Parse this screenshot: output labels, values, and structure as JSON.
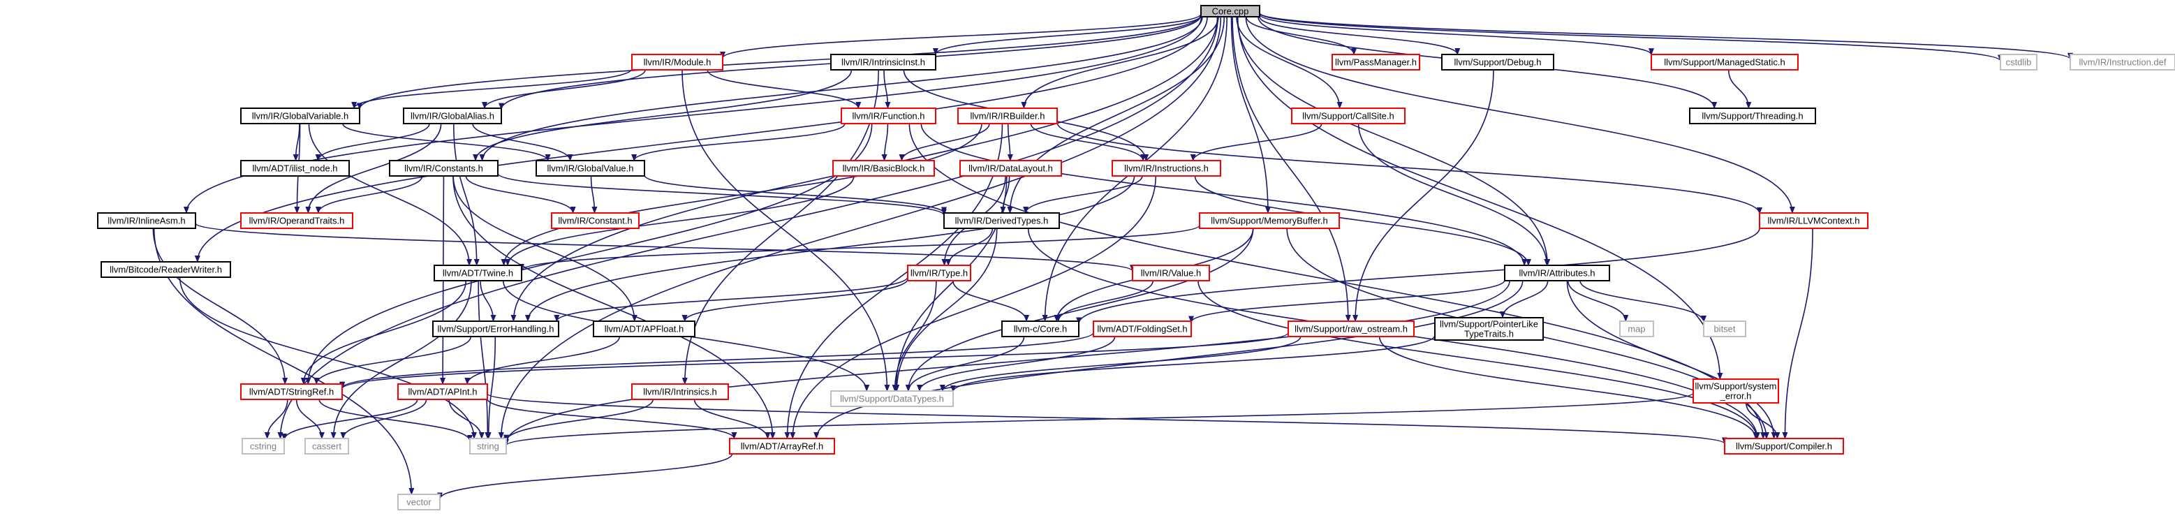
{
  "colors": {
    "edge": "#191970",
    "black_border": "#000000",
    "red_border": "#ff0000",
    "gray_border": "#bfbfbf",
    "root_fill": "#bfbfbf",
    "gray_text": "#7f7f7f"
  },
  "nodes": [
    {
      "id": "core",
      "label": "Core.cpp",
      "style": "root"
    },
    {
      "id": "module",
      "label": "llvm/IR/Module.h",
      "style": "red"
    },
    {
      "id": "intrinsicinst",
      "label": "llvm/IR/IntrinsicInst.h",
      "style": "black"
    },
    {
      "id": "passmanager",
      "label": "llvm/PassManager.h",
      "style": "red"
    },
    {
      "id": "debug",
      "label": "llvm/Support/Debug.h",
      "style": "black"
    },
    {
      "id": "managedstatic",
      "label": "llvm/Support/ManagedStatic.h",
      "style": "red"
    },
    {
      "id": "cstdlib",
      "label": "cstdlib",
      "style": "gray"
    },
    {
      "id": "instructiondef",
      "label": "llvm/IR/Instruction.def",
      "style": "gray"
    },
    {
      "id": "globalvariable",
      "label": "llvm/IR/GlobalVariable.h",
      "style": "black"
    },
    {
      "id": "globalalias",
      "label": "llvm/IR/GlobalAlias.h",
      "style": "black"
    },
    {
      "id": "function",
      "label": "llvm/IR/Function.h",
      "style": "red"
    },
    {
      "id": "irbuilder",
      "label": "llvm/IR/IRBuilder.h",
      "style": "red"
    },
    {
      "id": "callsite",
      "label": "llvm/Support/CallSite.h",
      "style": "red"
    },
    {
      "id": "threading",
      "label": "llvm/Support/Threading.h",
      "style": "black"
    },
    {
      "id": "ilistnode",
      "label": "llvm/ADT/ilist_node.h",
      "style": "black"
    },
    {
      "id": "globalvalue",
      "label": "llvm/IR/GlobalValue.h",
      "style": "black"
    },
    {
      "id": "constants",
      "label": "llvm/IR/Constants.h",
      "style": "black"
    },
    {
      "id": "basicblock",
      "label": "llvm/IR/BasicBlock.h",
      "style": "red"
    },
    {
      "id": "datalayout",
      "label": "llvm/IR/DataLayout.h",
      "style": "red"
    },
    {
      "id": "instructions",
      "label": "llvm/IR/Instructions.h",
      "style": "red"
    },
    {
      "id": "operandtraits",
      "label": "llvm/IR/OperandTraits.h",
      "style": "red"
    },
    {
      "id": "constant",
      "label": "llvm/IR/Constant.h",
      "style": "red"
    },
    {
      "id": "derivedtypes",
      "label": "llvm/IR/DerivedTypes.h",
      "style": "black"
    },
    {
      "id": "llvmcontext",
      "label": "llvm/IR/LLVMContext.h",
      "style": "red"
    },
    {
      "id": "inlineasm",
      "label": "llvm/IR/InlineAsm.h",
      "style": "black"
    },
    {
      "id": "memorybuffer",
      "label": "llvm/Support/MemoryBuffer.h",
      "style": "red"
    },
    {
      "id": "readerwriter",
      "label": "llvm/Bitcode/ReaderWriter.h",
      "style": "black"
    },
    {
      "id": "twine",
      "label": "llvm/ADT/Twine.h",
      "style": "black"
    },
    {
      "id": "type",
      "label": "llvm/IR/Type.h",
      "style": "red"
    },
    {
      "id": "value",
      "label": "llvm/IR/Value.h",
      "style": "red"
    },
    {
      "id": "attributes",
      "label": "llvm/IR/Attributes.h",
      "style": "black"
    },
    {
      "id": "errorhandling",
      "label": "llvm/Support/ErrorHandling.h",
      "style": "black"
    },
    {
      "id": "apfloat",
      "label": "llvm/ADT/APFloat.h",
      "style": "black"
    },
    {
      "id": "ccore",
      "label": "llvm-c/Core.h",
      "style": "black"
    },
    {
      "id": "foldingset",
      "label": "llvm/ADT/FoldingSet.h",
      "style": "red"
    },
    {
      "id": "rawostream",
      "label": "llvm/Support/raw_ostream.h",
      "style": "red"
    },
    {
      "id": "pointerlike",
      "label": "llvm/Support/PointerLike\nTypeTraits.h",
      "style": "black"
    },
    {
      "id": "map",
      "label": "map",
      "style": "gray"
    },
    {
      "id": "bitset",
      "label": "bitset",
      "style": "gray"
    },
    {
      "id": "stringref",
      "label": "llvm/ADT/StringRef.h",
      "style": "red"
    },
    {
      "id": "apint",
      "label": "llvm/ADT/APInt.h",
      "style": "red"
    },
    {
      "id": "intrinsics",
      "label": "llvm/IR/Intrinsics.h",
      "style": "red"
    },
    {
      "id": "datatypes",
      "label": "llvm/Support/DataTypes.h",
      "style": "gray"
    },
    {
      "id": "systemerror",
      "label": "llvm/Support/system\n_error.h",
      "style": "red"
    },
    {
      "id": "cstring",
      "label": "cstring",
      "style": "gray"
    },
    {
      "id": "cassert",
      "label": "cassert",
      "style": "gray"
    },
    {
      "id": "string",
      "label": "string",
      "style": "gray"
    },
    {
      "id": "arrayref",
      "label": "llvm/ADT/ArrayRef.h",
      "style": "red"
    },
    {
      "id": "compiler",
      "label": "llvm/Support/Compiler.h",
      "style": "red"
    },
    {
      "id": "vector",
      "label": "vector",
      "style": "gray"
    }
  ],
  "edges": [
    [
      "core",
      "module"
    ],
    [
      "core",
      "intrinsicinst"
    ],
    [
      "core",
      "passmanager"
    ],
    [
      "core",
      "debug"
    ],
    [
      "core",
      "managedstatic"
    ],
    [
      "core",
      "cstdlib"
    ],
    [
      "core",
      "instructiondef"
    ],
    [
      "core",
      "globalvariable"
    ],
    [
      "core",
      "globalalias"
    ],
    [
      "core",
      "irbuilder"
    ],
    [
      "core",
      "callsite"
    ],
    [
      "core",
      "threading"
    ],
    [
      "core",
      "constants"
    ],
    [
      "core",
      "derivedtypes"
    ],
    [
      "core",
      "llvmcontext"
    ],
    [
      "core",
      "inlineasm"
    ],
    [
      "core",
      "memorybuffer"
    ],
    [
      "core",
      "readerwriter"
    ],
    [
      "core",
      "attributes"
    ],
    [
      "core",
      "errorhandling"
    ],
    [
      "core",
      "ccore"
    ],
    [
      "core",
      "rawostream"
    ],
    [
      "core",
      "systemerror"
    ],
    [
      "core",
      "cstring"
    ],
    [
      "core",
      "string"
    ],
    [
      "module",
      "function"
    ],
    [
      "module",
      "globalvariable"
    ],
    [
      "module",
      "globalalias"
    ],
    [
      "module",
      "datatypes"
    ],
    [
      "intrinsicinst",
      "function"
    ],
    [
      "intrinsicinst",
      "instructions"
    ],
    [
      "intrinsicinst",
      "intrinsics"
    ],
    [
      "intrinsicinst",
      "constants"
    ],
    [
      "managedstatic",
      "threading"
    ],
    [
      "debug",
      "rawostream"
    ],
    [
      "globalvariable",
      "ilistnode"
    ],
    [
      "globalvariable",
      "globalvalue"
    ],
    [
      "globalvariable",
      "operandtraits"
    ],
    [
      "globalvariable",
      "twine"
    ],
    [
      "globalalias",
      "ilistnode"
    ],
    [
      "globalalias",
      "globalvalue"
    ],
    [
      "globalalias",
      "operandtraits"
    ],
    [
      "globalalias",
      "twine"
    ],
    [
      "function",
      "globalvalue"
    ],
    [
      "function",
      "basicblock"
    ],
    [
      "function",
      "attributes"
    ],
    [
      "function",
      "compiler"
    ],
    [
      "function",
      "stringref"
    ],
    [
      "irbuilder",
      "basicblock"
    ],
    [
      "irbuilder",
      "datalayout"
    ],
    [
      "irbuilder",
      "instructions"
    ],
    [
      "irbuilder",
      "llvmcontext"
    ],
    [
      "irbuilder",
      "twine"
    ],
    [
      "irbuilder",
      "arrayref"
    ],
    [
      "callsite",
      "instructions"
    ],
    [
      "callsite",
      "attributes"
    ],
    [
      "globalvalue",
      "constant"
    ],
    [
      "globalvalue",
      "derivedtypes"
    ],
    [
      "constants",
      "operandtraits"
    ],
    [
      "constants",
      "constant"
    ],
    [
      "constants",
      "derivedtypes"
    ],
    [
      "constants",
      "apint"
    ],
    [
      "constants",
      "apfloat"
    ],
    [
      "constants",
      "arrayref"
    ],
    [
      "basicblock",
      "twine"
    ],
    [
      "datalayout",
      "derivedtypes"
    ],
    [
      "datalayout",
      "type"
    ],
    [
      "datalayout",
      "datatypes"
    ],
    [
      "instructions",
      "derivedtypes"
    ],
    [
      "instructions",
      "attributes"
    ],
    [
      "instructions",
      "errorhandling"
    ],
    [
      "instructions",
      "arrayref"
    ],
    [
      "derivedtypes",
      "type"
    ],
    [
      "derivedtypes",
      "compiler"
    ],
    [
      "derivedtypes",
      "datatypes"
    ],
    [
      "llvmcontext",
      "ccore"
    ],
    [
      "llvmcontext",
      "compiler"
    ],
    [
      "inlineasm",
      "value"
    ],
    [
      "inlineasm",
      "stringref"
    ],
    [
      "inlineasm",
      "vector"
    ],
    [
      "memorybuffer",
      "twine"
    ],
    [
      "memorybuffer",
      "ccore"
    ],
    [
      "memorybuffer",
      "datatypes"
    ],
    [
      "memorybuffer",
      "compiler"
    ],
    [
      "readerwriter",
      "string"
    ],
    [
      "twine",
      "stringref"
    ],
    [
      "twine",
      "datatypes"
    ],
    [
      "twine",
      "errorhandling"
    ],
    [
      "twine",
      "cassert"
    ],
    [
      "twine",
      "string"
    ],
    [
      "type",
      "ccore"
    ],
    [
      "type",
      "datatypes"
    ],
    [
      "type",
      "errorhandling"
    ],
    [
      "type",
      "apfloat"
    ],
    [
      "value",
      "ccore"
    ],
    [
      "value",
      "compiler"
    ],
    [
      "attributes",
      "foldingset"
    ],
    [
      "attributes",
      "pointerlike"
    ],
    [
      "attributes",
      "map"
    ],
    [
      "attributes",
      "bitset"
    ],
    [
      "attributes",
      "string"
    ],
    [
      "attributes",
      "arrayref"
    ],
    [
      "attributes",
      "compiler"
    ],
    [
      "errorhandling",
      "stringref"
    ],
    [
      "errorhandling",
      "string"
    ],
    [
      "apfloat",
      "apint"
    ],
    [
      "ccore",
      "datatypes"
    ],
    [
      "foldingset",
      "datatypes"
    ],
    [
      "foldingset",
      "stringref"
    ],
    [
      "rawostream",
      "datatypes"
    ],
    [
      "rawostream",
      "stringref"
    ],
    [
      "rawostream",
      "compiler"
    ],
    [
      "pointerlike",
      "datatypes"
    ],
    [
      "stringref",
      "cstring"
    ],
    [
      "stringref",
      "cassert"
    ],
    [
      "stringref",
      "string"
    ],
    [
      "apint",
      "cstring"
    ],
    [
      "apint",
      "cassert"
    ],
    [
      "apint",
      "string"
    ],
    [
      "apint",
      "arrayref"
    ],
    [
      "apint",
      "compiler"
    ],
    [
      "intrinsics",
      "string"
    ],
    [
      "intrinsics",
      "arrayref"
    ],
    [
      "systemerror",
      "string"
    ],
    [
      "systemerror",
      "compiler"
    ],
    [
      "arrayref",
      "vector"
    ]
  ]
}
